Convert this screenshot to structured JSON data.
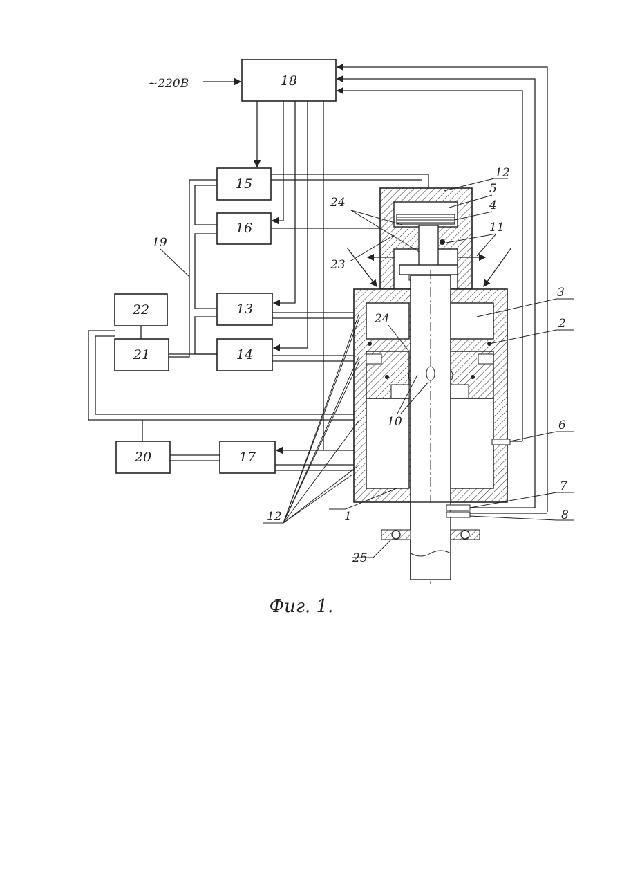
{
  "figure": {
    "caption": "Фиг. 1.",
    "power_label": "~220В"
  },
  "blocks": [
    {
      "id": "18",
      "label": "18"
    },
    {
      "id": "15",
      "label": "15"
    },
    {
      "id": "16",
      "label": "16"
    },
    {
      "id": "13",
      "label": "13"
    },
    {
      "id": "14",
      "label": "14"
    },
    {
      "id": "22",
      "label": "22"
    },
    {
      "id": "21",
      "label": "21"
    },
    {
      "id": "20",
      "label": "20"
    },
    {
      "id": "17",
      "label": "17"
    }
  ],
  "callouts": {
    "c1": "1",
    "c2": "2",
    "c3": "3",
    "c4": "4",
    "c5": "5",
    "c6": "6",
    "c7": "7",
    "c8": "8",
    "c10": "10",
    "c11": "11",
    "c12_top": "12",
    "c12_bottom": "12",
    "c19": "19",
    "c23": "23",
    "c24_top": "24",
    "c24_mid": "24",
    "c25": "25"
  }
}
